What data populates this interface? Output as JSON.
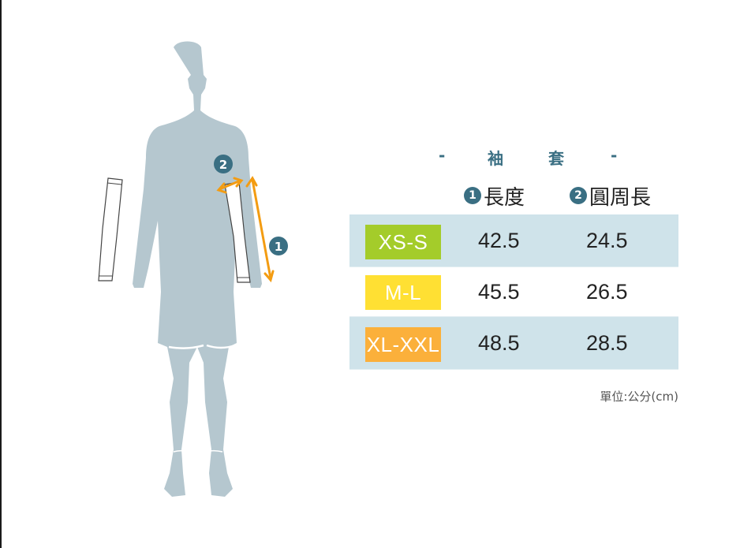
{
  "title": {
    "dash_left": "-",
    "char1": "袖",
    "char2": "套",
    "dash_right": "-"
  },
  "columns": [
    {
      "number": "1",
      "label": "長度"
    },
    {
      "number": "2",
      "label": "圓周長"
    }
  ],
  "sizes": [
    {
      "size": "XS-S",
      "color": "#a4cc2a",
      "length": "42.5",
      "circumference": "24.5"
    },
    {
      "size": "M-L",
      "color": "#ffe033",
      "length": "45.5",
      "circumference": "26.5"
    },
    {
      "size": "XL-XXL",
      "color": "#fbb03b",
      "length": "48.5",
      "circumference": "28.5"
    }
  ],
  "unit_note": "單位:公分(cm)",
  "figure": {
    "marker_1": "1",
    "marker_2": "2",
    "body_color": "#b5c7cf",
    "arrow_color": "#f39c12",
    "marker_color": "#3a6f83"
  }
}
